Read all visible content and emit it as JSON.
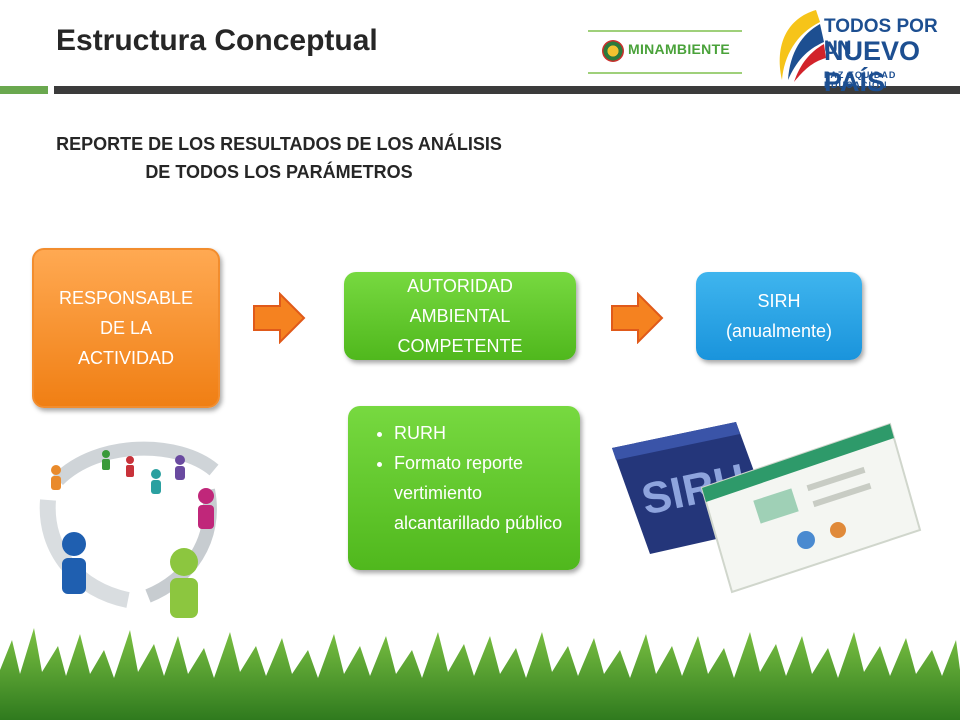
{
  "header": {
    "title": "Estructura Conceptual",
    "ministry_logo_text": "MINAMBIENTE",
    "gov_logo": {
      "line1": "TODOS POR UN",
      "line2": "NUEVO PAÍS",
      "line3": "PAZ  EQUIDAD  EDUCACIÓN"
    }
  },
  "subtitle": {
    "line1": "REPORTE DE LOS RESULTADOS DE LOS ANÁLISIS",
    "line2": "DE TODOS LOS PARÁMETROS"
  },
  "flow": {
    "box1": {
      "line1": "RESPONSABLE",
      "line2": "DE LA",
      "line3": "ACTIVIDAD"
    },
    "box2": {
      "line1": "AUTORIDAD",
      "line2": "AMBIENTAL",
      "line3": "COMPETENTE"
    },
    "box3": {
      "line1": "SIRH",
      "line2": "(anualmente)"
    }
  },
  "bullets": [
    "RURH",
    "Formato reporte vertimiento alcantarillado público"
  ],
  "images": {
    "sirh_label": "SIRH"
  },
  "colors": {
    "orange": "#f07f14",
    "green": "#50b81d",
    "blue": "#1a94dc",
    "arrow": "#f58220"
  }
}
